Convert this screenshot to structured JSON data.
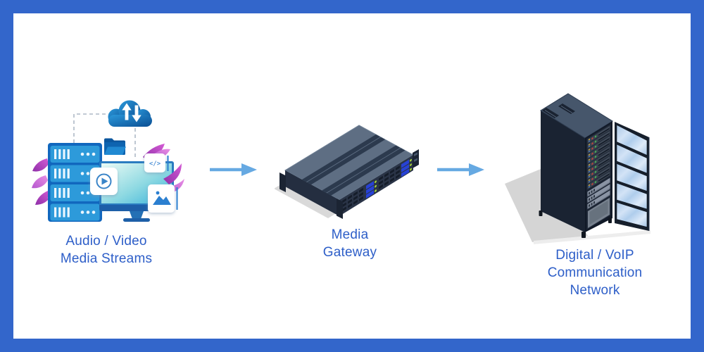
{
  "theme": {
    "frame_border": "#3366CB",
    "label_color": "#2D5EC8",
    "arrow_color": "#66A9E2",
    "server_tower_blue": "#2D9ADA",
    "monitor_teal": "#37B2DA",
    "cloud_blue": "#0A4E93",
    "leaf_purple": "#B558CF",
    "gateway_top_slate": "#5E6E83",
    "gateway_face_navy": "#2A3447",
    "gateway_tag_blue": "#2742D6",
    "cabinet_navy": "#1A2332",
    "glass_blue": "#AFCDEC",
    "shadow_gray": "#D9D9D9",
    "led_green": "#49B857",
    "led_red": "#C4453C",
    "led_blue": "#4A84D8",
    "led_yellow": "#E3B83A"
  },
  "diagram": {
    "nodes": [
      {
        "id": "audio-video-sources",
        "illustration": "cloud-servers-monitor-media-icons",
        "label_lines": [
          "Audio / Video",
          "Media Streams"
        ]
      },
      {
        "id": "media-gateway",
        "illustration": "isometric-rack-server",
        "label_lines": [
          "Media",
          "Gateway"
        ]
      },
      {
        "id": "voip-network",
        "illustration": "isometric-server-cabinet-open-glass-door",
        "label_lines": [
          "Digital / VoIP",
          "Communication",
          "Network"
        ]
      }
    ],
    "connections": [
      {
        "from": "audio-video-sources",
        "to": "media-gateway"
      },
      {
        "from": "media-gateway",
        "to": "voip-network"
      }
    ],
    "icons": {
      "code_glyph": "</>",
      "cloud_icon": "cloud-upload-download",
      "play_icon": "play-button",
      "image_icon": "picture",
      "folder_icon": "folder"
    }
  }
}
